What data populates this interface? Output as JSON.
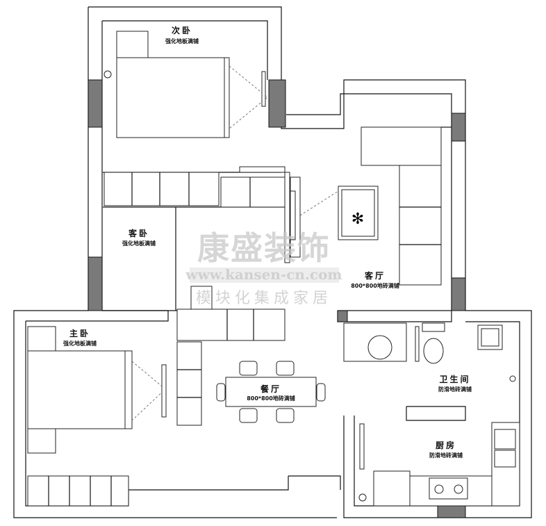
{
  "rooms": {
    "second_bedroom": {
      "name": "次卧",
      "floor": "强化地板满铺"
    },
    "guest_bedroom": {
      "name": "客卧",
      "floor": "强化地板满铺"
    },
    "living_room": {
      "name": "客厅",
      "floor": "800*800地砖满铺"
    },
    "master_bedroom": {
      "name": "主卧",
      "floor": "强化地板满铺"
    },
    "dining_room": {
      "name": "餐厅",
      "floor": "800*800地砖满铺"
    },
    "bathroom": {
      "name": "卫生间",
      "floor": "防滑地砖满铺"
    },
    "kitchen": {
      "name": "厨房",
      "floor": "防滑地砖满铺"
    }
  },
  "watermark": {
    "brand": "康盛装饰",
    "url": "www.kansen-cn.com",
    "slogan": "模块化集成家居"
  },
  "colors": {
    "wall": "#111111",
    "column": "#7a7a7a",
    "watermark": "#c9c9c9"
  }
}
